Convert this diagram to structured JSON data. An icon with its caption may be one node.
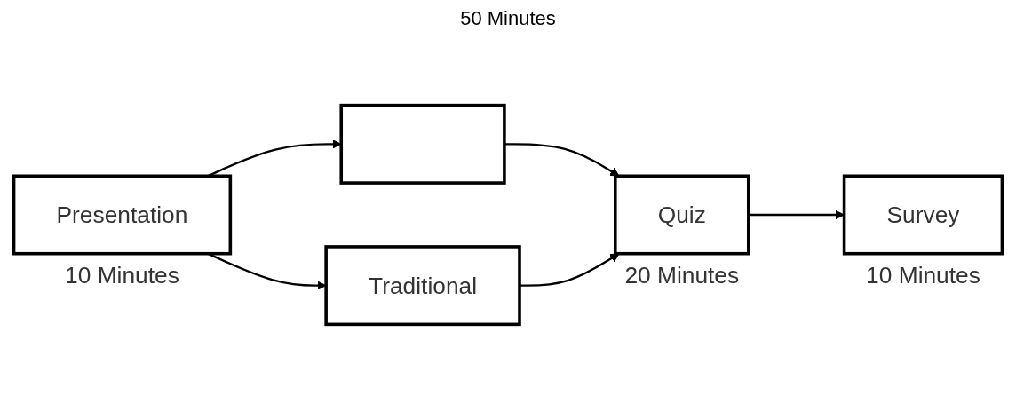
{
  "diagram": {
    "nodes": [
      {
        "text": [
          "Presentation"
        ],
        "beside": [
          "10 Minutes"
        ]
      },
      {
        "text": [],
        "shape": "box"
      },
      {
        "text": [
          "Traditional"
        ]
      },
      {
        "text": [
          "Quiz"
        ],
        "beside": [
          "20 Minutes"
        ]
      },
      {
        "text": [
          "Survey"
        ],
        "beside": [
          "10 Minutes"
        ]
      }
    ],
    "edges": [
      {
        "from": 0,
        "to": 1,
        "arrow": "to"
      },
      {
        "from": 0,
        "to": 2,
        "arrow": "to"
      },
      {
        "from": 1,
        "to": 3,
        "arrow": "to"
      },
      {
        "from": 2,
        "to": 3,
        "arrow": "to"
      },
      {
        "from": 3,
        "to": 4,
        "arrow": "to"
      }
    ],
    "labels": [
      "50 Minutes"
    ]
  }
}
